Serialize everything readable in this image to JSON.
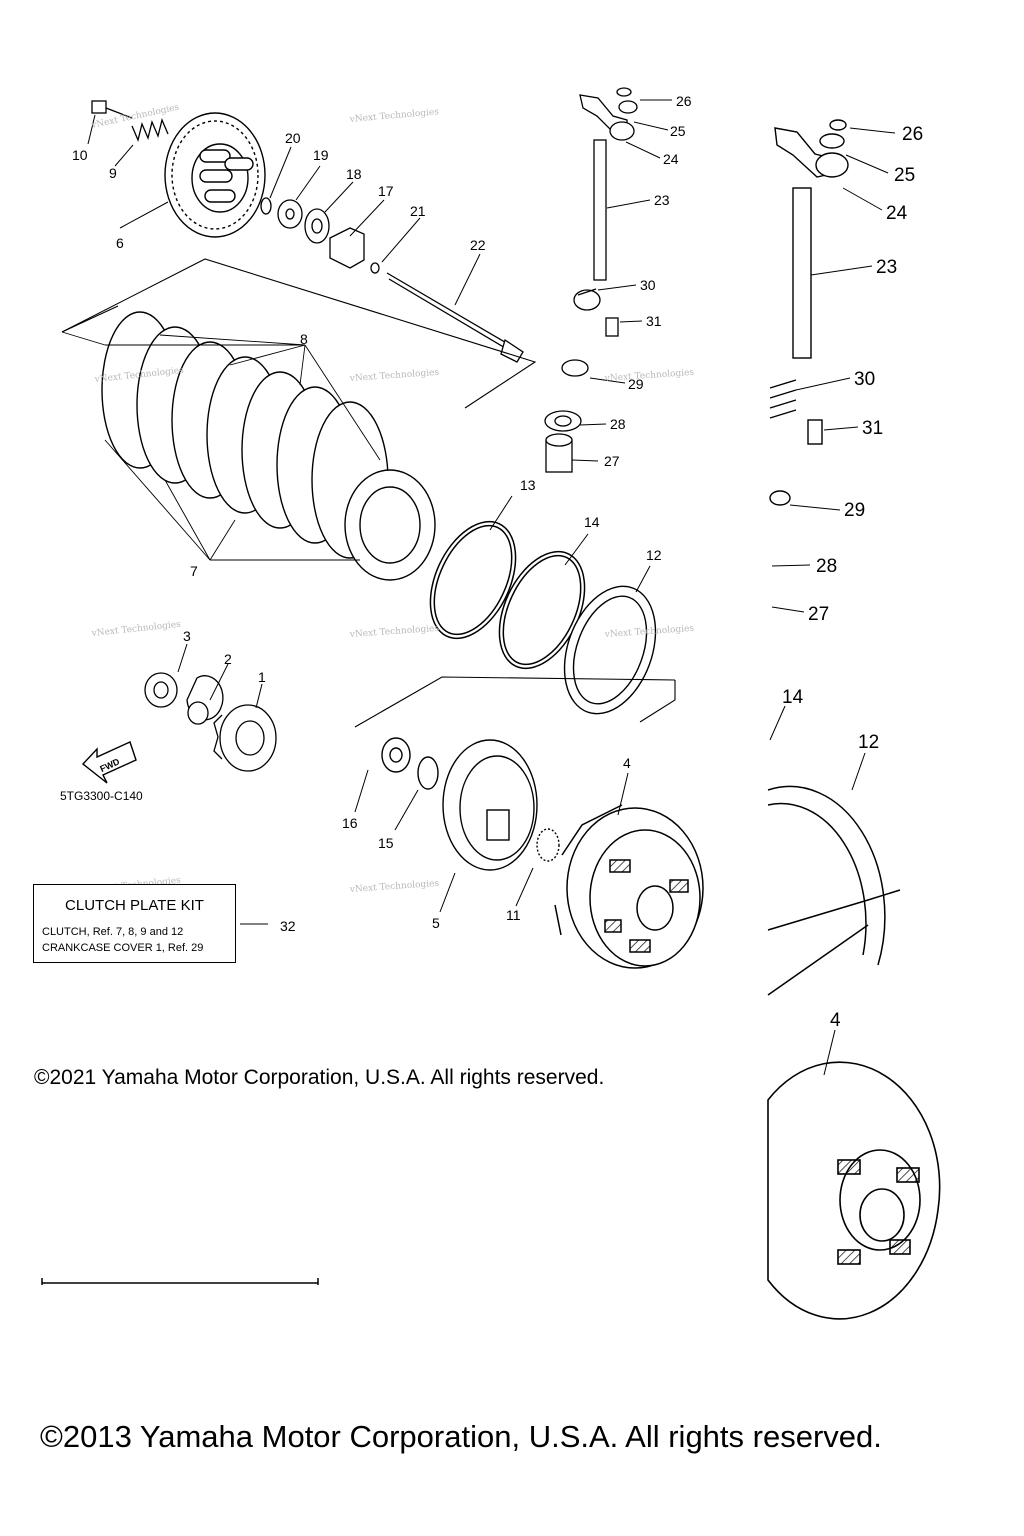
{
  "diagram": {
    "callouts": [
      "1",
      "2",
      "3",
      "4",
      "5",
      "6",
      "7",
      "8",
      "9",
      "10",
      "11",
      "12",
      "13",
      "14",
      "15",
      "16",
      "17",
      "18",
      "19",
      "20",
      "21",
      "22",
      "23",
      "24",
      "25",
      "26",
      "27",
      "28",
      "29",
      "30",
      "31",
      "32"
    ],
    "zoom_callouts": [
      "26",
      "25",
      "24",
      "23",
      "30",
      "31",
      "29",
      "28",
      "27",
      "14",
      "12",
      "4"
    ],
    "direction_label": "FWD",
    "figure_code": "5TG3300-C140",
    "watermark": "vNext Technologies"
  },
  "kit_box": {
    "title": "CLUTCH PLATE KIT",
    "line1": "CLUTCH, Ref. 7, 8, 9 and 12",
    "line2": "CRANKCASE COVER 1, Ref. 29"
  },
  "copyright_2021": "©2021 Yamaha Motor Corporation, U.S.A. All rights reserved.",
  "copyright_2013": "©2013 Yamaha Motor Corporation, U.S.A. All rights reserved."
}
